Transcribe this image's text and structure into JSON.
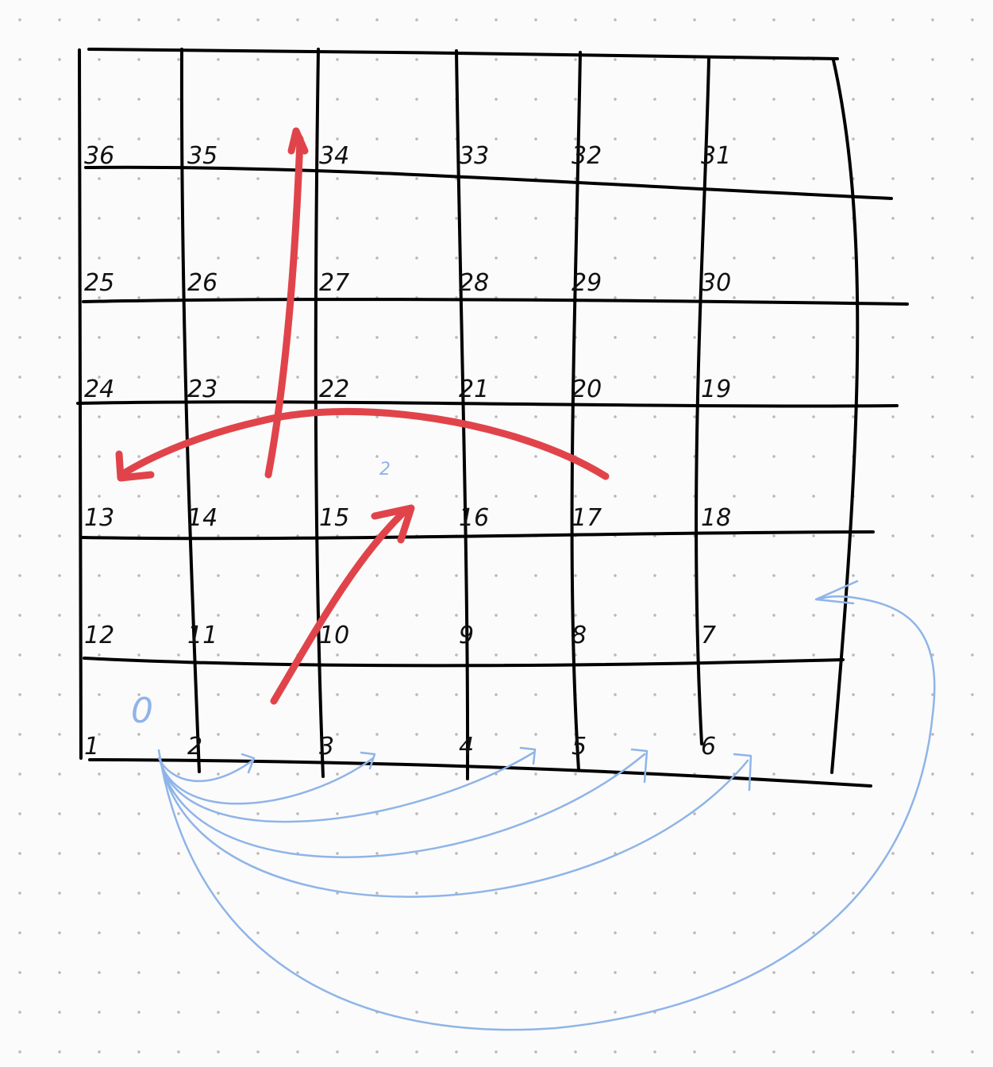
{
  "cells": [
    {
      "label": "36",
      "col": 0,
      "row": 0
    },
    {
      "label": "35",
      "col": 1,
      "row": 0
    },
    {
      "label": "34",
      "col": 2,
      "row": 0
    },
    {
      "label": "33",
      "col": 3,
      "row": 0
    },
    {
      "label": "32",
      "col": 4,
      "row": 0
    },
    {
      "label": "31",
      "col": 5,
      "row": 0
    },
    {
      "label": "25",
      "col": 0,
      "row": 1
    },
    {
      "label": "26",
      "col": 1,
      "row": 1
    },
    {
      "label": "27",
      "col": 2,
      "row": 1
    },
    {
      "label": "28",
      "col": 3,
      "row": 1
    },
    {
      "label": "29",
      "col": 4,
      "row": 1
    },
    {
      "label": "30",
      "col": 5,
      "row": 1
    },
    {
      "label": "24",
      "col": 0,
      "row": 2
    },
    {
      "label": "23",
      "col": 1,
      "row": 2
    },
    {
      "label": "22",
      "col": 2,
      "row": 2
    },
    {
      "label": "21",
      "col": 3,
      "row": 2
    },
    {
      "label": "20",
      "col": 4,
      "row": 2
    },
    {
      "label": "19",
      "col": 5,
      "row": 2
    },
    {
      "label": "13",
      "col": 0,
      "row": 3
    },
    {
      "label": "14",
      "col": 1,
      "row": 3
    },
    {
      "label": "15",
      "col": 2,
      "row": 3
    },
    {
      "label": "16",
      "col": 3,
      "row": 3
    },
    {
      "label": "17",
      "col": 4,
      "row": 3
    },
    {
      "label": "18",
      "col": 5,
      "row": 3
    },
    {
      "label": "12",
      "col": 0,
      "row": 4
    },
    {
      "label": "11",
      "col": 1,
      "row": 4
    },
    {
      "label": "10",
      "col": 2,
      "row": 4
    },
    {
      "label": "9",
      "col": 3,
      "row": 4
    },
    {
      "label": "8",
      "col": 4,
      "row": 4
    },
    {
      "label": "7",
      "col": 5,
      "row": 4
    },
    {
      "label": "1",
      "col": 0,
      "row": 5
    },
    {
      "label": "2",
      "col": 1,
      "row": 5
    },
    {
      "label": "3",
      "col": 2,
      "row": 5
    },
    {
      "label": "4",
      "col": 3,
      "row": 5
    },
    {
      "label": "5",
      "col": 4,
      "row": 5
    },
    {
      "label": "6",
      "col": 5,
      "row": 5
    }
  ],
  "annotations": {
    "blue_start_label": "0",
    "blue_mid_label": "2"
  },
  "colors": {
    "ink": "#000000",
    "red": "#e0444a",
    "blue": "#8fb4e8",
    "background": "#fbfbfb"
  }
}
